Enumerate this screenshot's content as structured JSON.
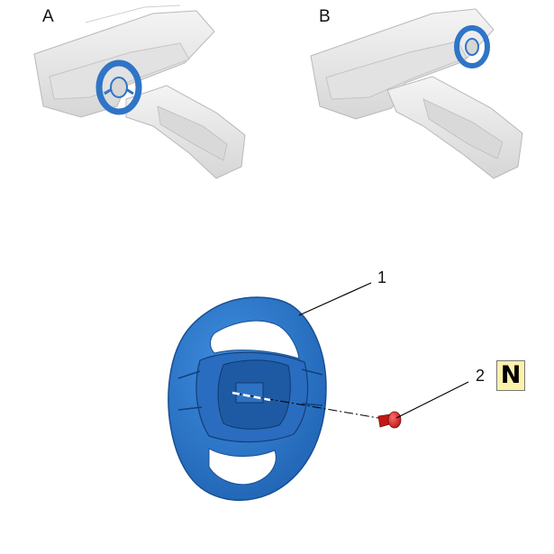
{
  "views": [
    {
      "label": "A"
    },
    {
      "label": "B"
    }
  ],
  "callouts": [
    {
      "number": "1"
    },
    {
      "number": "2"
    }
  ],
  "torque_badge": "N",
  "colors": {
    "part_highlight": "#2f74c6",
    "part_outline": "#1c5aa3",
    "fastener": "#d42020",
    "context_grey": "#e6e6e6",
    "badge_fill": "#fbf1a8"
  },
  "icons": [
    "steering-wheel-icon",
    "bolt-icon",
    "dashboard-icon"
  ]
}
